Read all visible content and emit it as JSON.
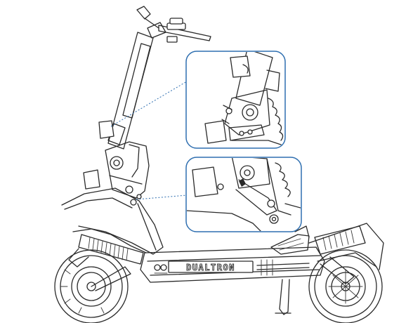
{
  "diagram": {
    "brand_label": "DUALTRON",
    "colors": {
      "line_art": "#2a2a2a",
      "callout": "#2f6fb0",
      "background": "#ffffff"
    },
    "callouts": [
      {
        "name": "folding-latch-detail"
      },
      {
        "name": "folding-hinge-bolt-detail"
      }
    ]
  }
}
